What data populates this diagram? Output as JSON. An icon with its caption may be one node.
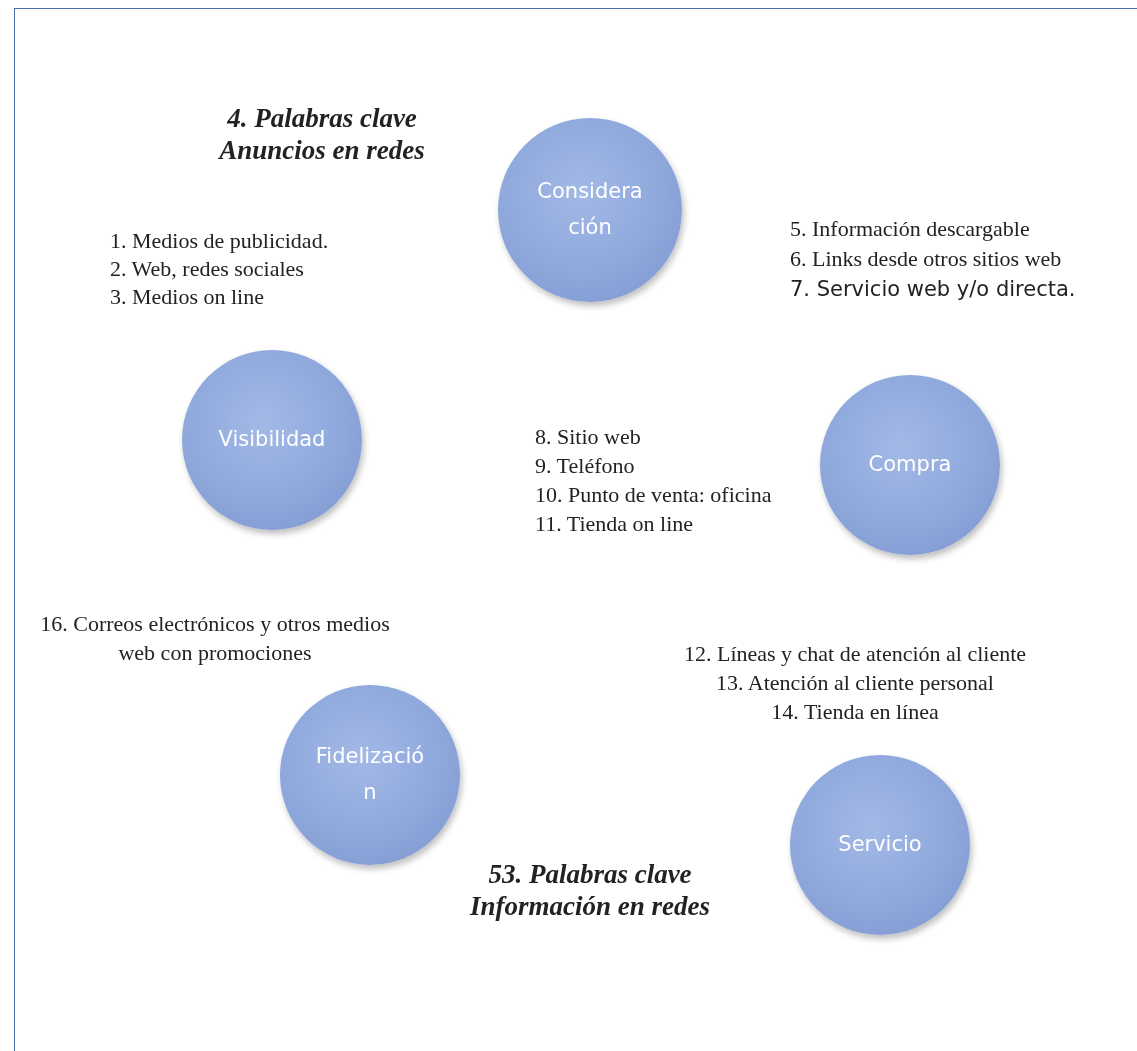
{
  "diagram": {
    "nodes": [
      {
        "text": [
          "Consideración"
        ]
      },
      {
        "text": [
          "Visibilidad"
        ]
      },
      {
        "text": [
          "Compra"
        ]
      },
      {
        "text": [
          "Fidelización"
        ]
      },
      {
        "text": [
          "Servicio"
        ]
      }
    ],
    "labels": [
      "4. Palabras clave Anuncios en redes",
      "1. Medios de publicidad.",
      "2. Web, redes sociales",
      "3. Medios on line",
      "5. Información descargable",
      "6. Links desde otros sitios web",
      "7. Servicio web y/o directa.",
      "8. Sitio web",
      "9. Teléfono",
      "10. Punto de venta: oficina",
      "11. Tienda on line",
      "16. Correos electrónicos y otros medios web con promociones",
      "12. Líneas y chat de atención al cliente",
      "13. Atención al cliente personal",
      "14. Tienda en línea",
      "53. Palabras clave Información en redes"
    ]
  }
}
